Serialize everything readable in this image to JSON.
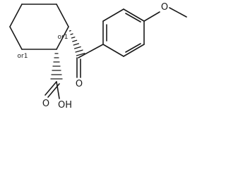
{
  "molecule": {
    "atoms": {
      "methoxy_oxygen": "O",
      "ketone_oxygen": "O",
      "acid_oh": "OH",
      "acid_oxygen": "O"
    },
    "stereo_labels": {
      "top": "or1",
      "bottom": "or1"
    }
  }
}
